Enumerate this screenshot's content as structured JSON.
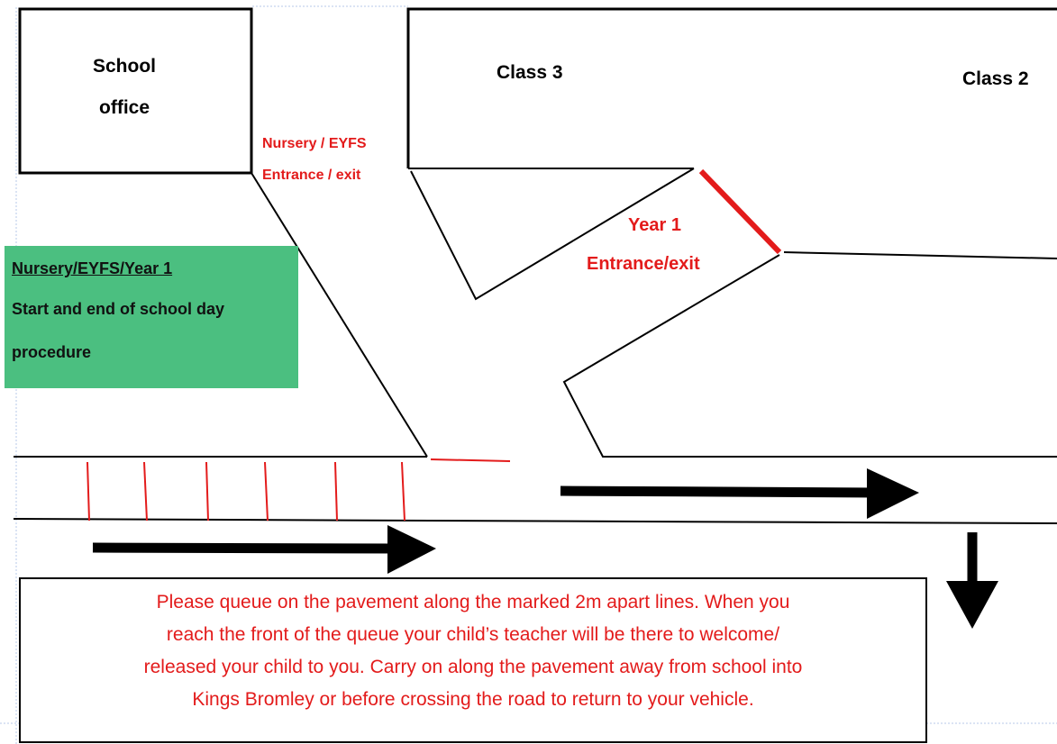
{
  "labels": {
    "school_office_line1": "School",
    "school_office_line2": "office",
    "class3": "Class 3",
    "class2": "Class 2",
    "nursery_entrance_line1": "Nursery / EYFS",
    "nursery_entrance_line2": "Entrance / exit",
    "year1_entrance_line1": "Year 1",
    "year1_entrance_line2": "Entrance/exit"
  },
  "procedure": {
    "heading": "Nursery/EYFS/Year 1",
    "line2": "Start and end of school day",
    "line3": "procedure"
  },
  "notice": {
    "line1": "Please queue on the pavement along the marked 2m apart lines.  When you",
    "line2": "reach the front of the queue your child’s teacher will be there to welcome/",
    "line3": "released your child to you.  Carry on along the pavement away from school into",
    "line4": "Kings Bromley or before crossing the road to return to your vehicle."
  },
  "colors": {
    "accent_red": "#e31b1b",
    "panel_green": "#4bbf80",
    "line_black": "#000000"
  }
}
